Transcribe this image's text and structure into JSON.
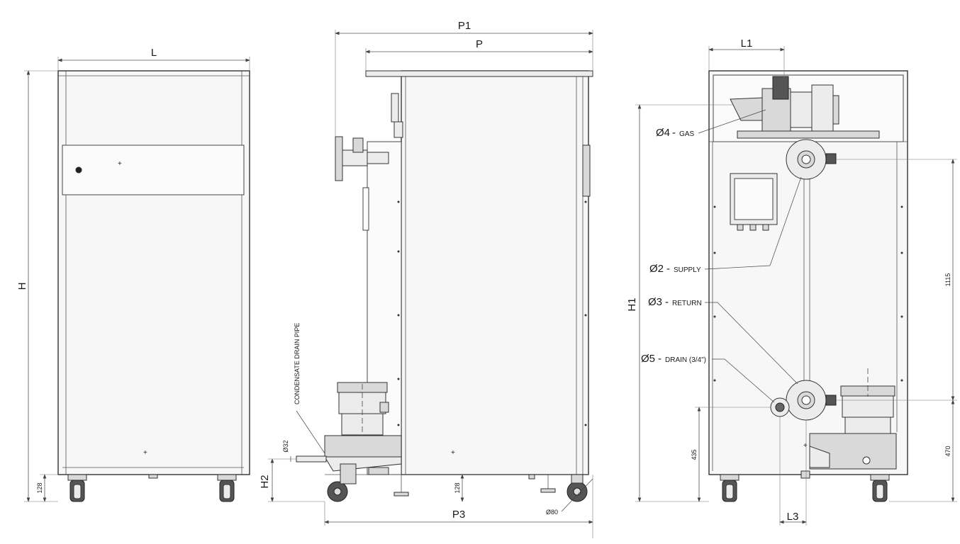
{
  "labels": {
    "front_width": "L",
    "front_height": "H",
    "front_foot": "128",
    "side_overall_depth": "P1",
    "side_depth": "P",
    "side_base_depth": "P3",
    "side_drain_height": "H2",
    "side_drain_diameter": "Ø32",
    "side_foot": "128",
    "side_wheel_diameter": "Ø80",
    "condensate_drain_pipe": "CONDENSATE DRAIN PIPE",
    "rear_width_l1": "L1",
    "rear_height_h1": "H1",
    "rear_width_l3": "L3",
    "rear_dim_1115": "1115",
    "rear_dim_435": "435",
    "rear_dim_470": "470"
  },
  "connections": [
    {
      "code": "Ø4",
      "name": "GAS"
    },
    {
      "code": "Ø2",
      "name": "SUPPLY"
    },
    {
      "code": "Ø3",
      "name": "RETURN"
    },
    {
      "code": "Ø5",
      "name": "DRAIN (3/4\")"
    }
  ],
  "colors": {
    "line": "#333333",
    "body": "#f7f7f7",
    "text": "#1a1a1a"
  }
}
